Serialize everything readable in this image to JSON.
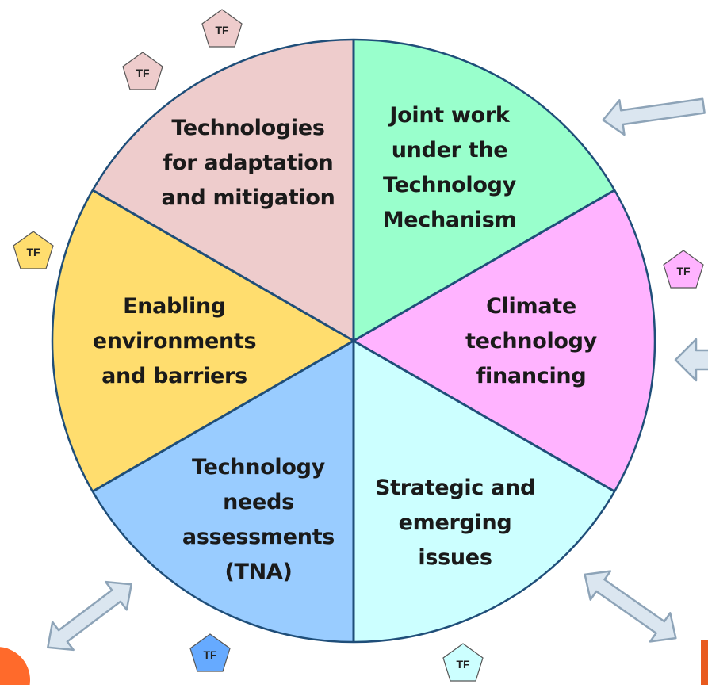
{
  "diagram": {
    "segments": [
      {
        "id": "joint-work",
        "lines": [
          "Joint work",
          "under the",
          "Technology",
          "Mechanism"
        ],
        "color": "#99ffcc"
      },
      {
        "id": "climate-financing",
        "lines": [
          "Climate",
          "technology",
          "financing"
        ],
        "color": "#ffb3ff"
      },
      {
        "id": "strategic-issues",
        "lines": [
          "Strategic and",
          "emerging",
          "issues"
        ],
        "color": "#ccffff"
      },
      {
        "id": "tna",
        "lines": [
          "Technology",
          "needs",
          "assessments",
          "(TNA)"
        ],
        "color": "#99ccff"
      },
      {
        "id": "enabling-environments",
        "lines": [
          "Enabling",
          "environments",
          "and barriers"
        ],
        "color": "#ffdd6e"
      },
      {
        "id": "technologies-adaptation",
        "lines": [
          "Technologies",
          "for adaptation",
          "and mitigation"
        ],
        "color": "#eecccc"
      }
    ],
    "badges": [
      {
        "id": "tf-top-1",
        "label": "TF",
        "color": "#eecccc"
      },
      {
        "id": "tf-top-2",
        "label": "TF",
        "color": "#eecccc"
      },
      {
        "id": "tf-left",
        "label": "TF",
        "color": "#ffdd6e"
      },
      {
        "id": "tf-right",
        "label": "TF",
        "color": "#ffb3ff"
      },
      {
        "id": "tf-bottom-left",
        "label": "TF",
        "color": "#66aaff"
      },
      {
        "id": "tf-bottom-right",
        "label": "TF",
        "color": "#ccffff"
      }
    ],
    "divider_color": "#1f4e79",
    "arrow_fill": "#dbe6f0",
    "arrow_stroke": "#8ea4b8",
    "corner_blob_color": "#ff6a2b"
  }
}
